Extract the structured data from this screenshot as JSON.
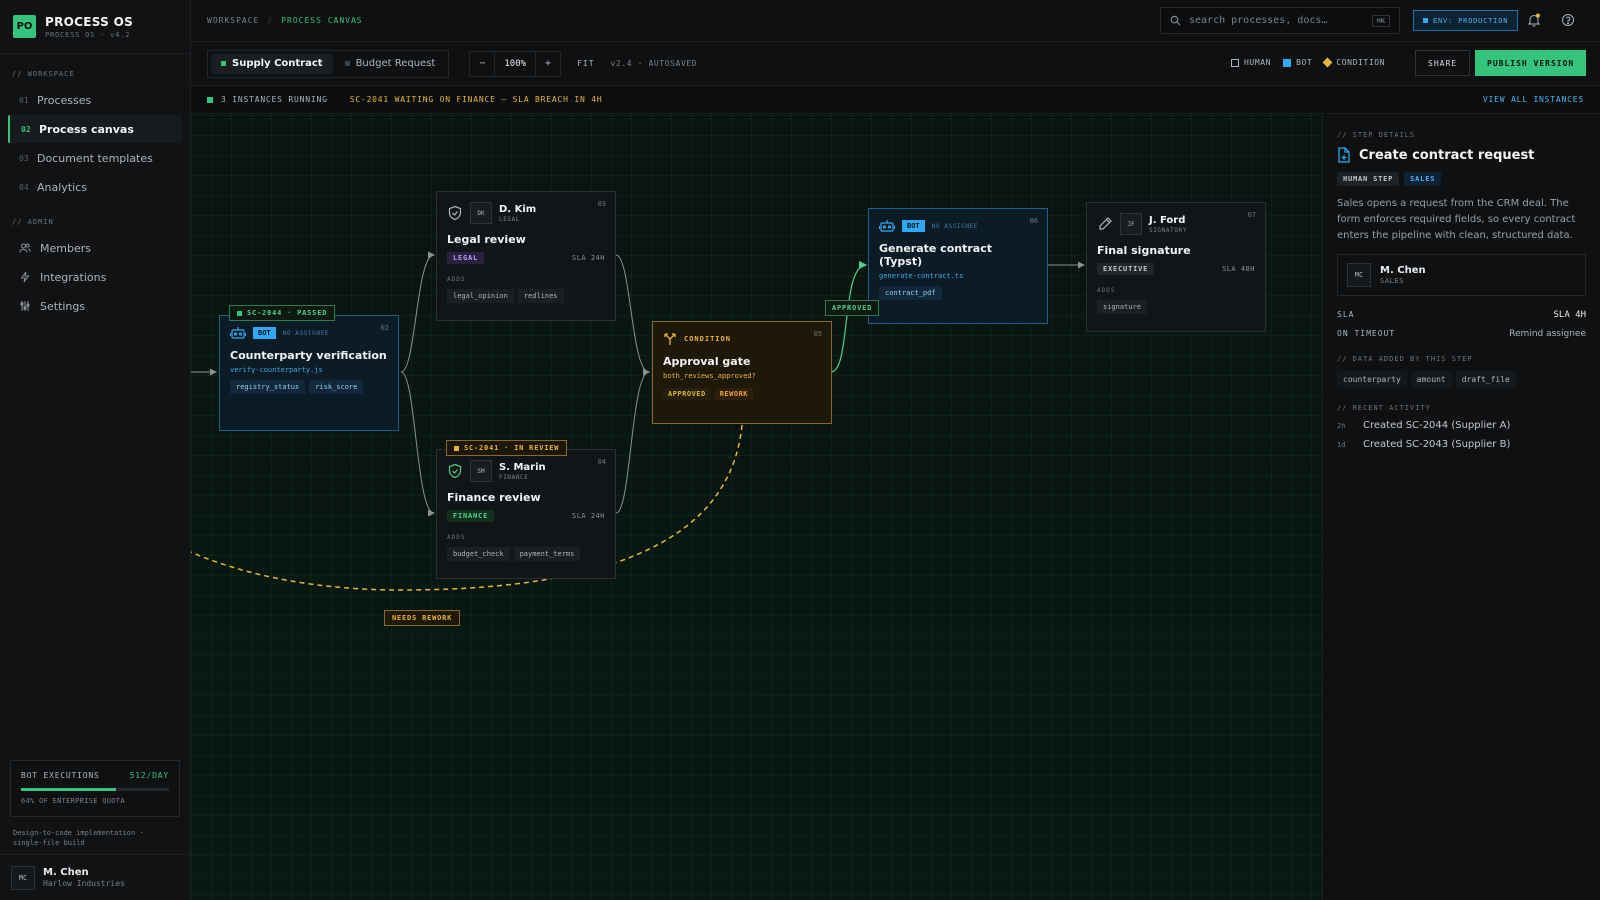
{
  "brand": {
    "logo": "PO",
    "name": "PROCESS OS",
    "sub": "PROCESS OS · v4.2"
  },
  "sidebar": {
    "workspace_label": "// WORKSPACE",
    "items": [
      {
        "num": "01",
        "label": "Processes"
      },
      {
        "num": "02",
        "label": "Process canvas"
      },
      {
        "num": "03",
        "label": "Document templates"
      },
      {
        "num": "04",
        "label": "Analytics"
      }
    ],
    "admin_label": "// ADMIN",
    "admin_items": [
      {
        "label": "Members",
        "icon": "users-icon"
      },
      {
        "label": "Integrations",
        "icon": "bolt-icon"
      },
      {
        "label": "Settings",
        "icon": "sliders-icon"
      }
    ],
    "quota": {
      "label": "BOT EXECUTIONS",
      "value": "512/DAY",
      "percent": 64,
      "note": "64% OF ENTERPRISE QUOTA"
    },
    "build_note": "Design-to-code implementation · single-file build",
    "user": {
      "initials": "MC",
      "name": "M. Chen",
      "org": "Harlow Industries"
    }
  },
  "topbar": {
    "crumbs": [
      "WORKSPACE",
      "PROCESS CANVAS"
    ],
    "search_placeholder": "search processes, docs…",
    "search_kbd": "⌘K",
    "env": "ENV: PRODUCTION"
  },
  "toolbar": {
    "tabs": [
      "Supply Contract",
      "Budget Request"
    ],
    "zoom_minus": "−",
    "zoom_value": "100%",
    "zoom_plus": "+",
    "fit": "FIT",
    "version": "v2.4 · AUTOSAVED",
    "legend": [
      "HUMAN",
      "BOT",
      "CONDITION"
    ],
    "share": "SHARE",
    "publish": "PUBLISH VERSION"
  },
  "status": {
    "running": "3 INSTANCES RUNNING",
    "warning": "SC-2041 WAITING ON FINANCE — SLA BREACH IN 4H",
    "view_all": "VIEW ALL INSTANCES"
  },
  "nodes": {
    "n02": {
      "num": "02",
      "badge": "BOT",
      "assignee": "NO ASSIGNEE",
      "title": "Counterparty verification",
      "file": "verify-counterparty.js",
      "chips": [
        "registry_status",
        "risk_score"
      ],
      "flag": "SC-2044 · PASSED"
    },
    "n03": {
      "num": "03",
      "initials": "DK",
      "person": "D. Kim",
      "role": "LEGAL",
      "title": "Legal review",
      "tag": "LEGAL",
      "sla": "SLA 24H",
      "adds": "ADDS",
      "chips": [
        "legal_opinion",
        "redlines"
      ]
    },
    "n04": {
      "num": "04",
      "initials": "SM",
      "person": "S. Marin",
      "role": "FINANCE",
      "title": "Finance review",
      "tag": "FINANCE",
      "sla": "SLA 24H",
      "adds": "ADDS",
      "chips": [
        "budget_check",
        "payment_terms"
      ],
      "flag": "SC-2041 · IN REVIEW"
    },
    "n05": {
      "num": "05",
      "label": "CONDITION",
      "title": "Approval gate",
      "expr": "both_reviews_approved?",
      "approved": "APPROVED",
      "rework": "REWORK"
    },
    "n06": {
      "num": "06",
      "badge": "BOT",
      "assignee": "NO ASSIGNEE",
      "title": "Generate contract (Typst)",
      "file": "generate-contract.ts",
      "chips": [
        "contract_pdf"
      ]
    },
    "n07": {
      "num": "07",
      "initials": "JF",
      "person": "J. Ford",
      "role": "SIGNATORY",
      "title": "Final signature",
      "tag": "EXECUTIVE",
      "sla": "SLA 48H",
      "adds": "ADDS",
      "chips": [
        "signature"
      ]
    }
  },
  "edge_labels": {
    "approved": "APPROVED",
    "needs_rework": "NEEDS REWORK"
  },
  "panel": {
    "section": "// STEP DETAILS",
    "title": "Create contract request",
    "tags": [
      "HUMAN STEP",
      "SALES"
    ],
    "description": "Sales opens a request from the CRM deal. The form enforces required fields, so every contract enters the pipeline with clean, structured data.",
    "owner": {
      "initials": "MC",
      "name": "M. Chen",
      "role": "SALES"
    },
    "sla_label": "SLA",
    "sla_value": "SLA 4H",
    "timeout_label": "ON TIMEOUT",
    "timeout_value": "Remind assignee",
    "data_section": "// DATA ADDED BY THIS STEP",
    "data_chips": [
      "counterparty",
      "amount",
      "draft_file"
    ],
    "activity_section": "// RECENT ACTIVITY",
    "activity": [
      {
        "time": "2h",
        "text": "Created SC-2044 (Supplier A)"
      },
      {
        "time": "1d",
        "text": "Created SC-2043 (Supplier B)"
      }
    ]
  },
  "colors": {
    "accent": "#34c47c",
    "bot": "#2ea8f0",
    "condition": "#e8b53a"
  }
}
